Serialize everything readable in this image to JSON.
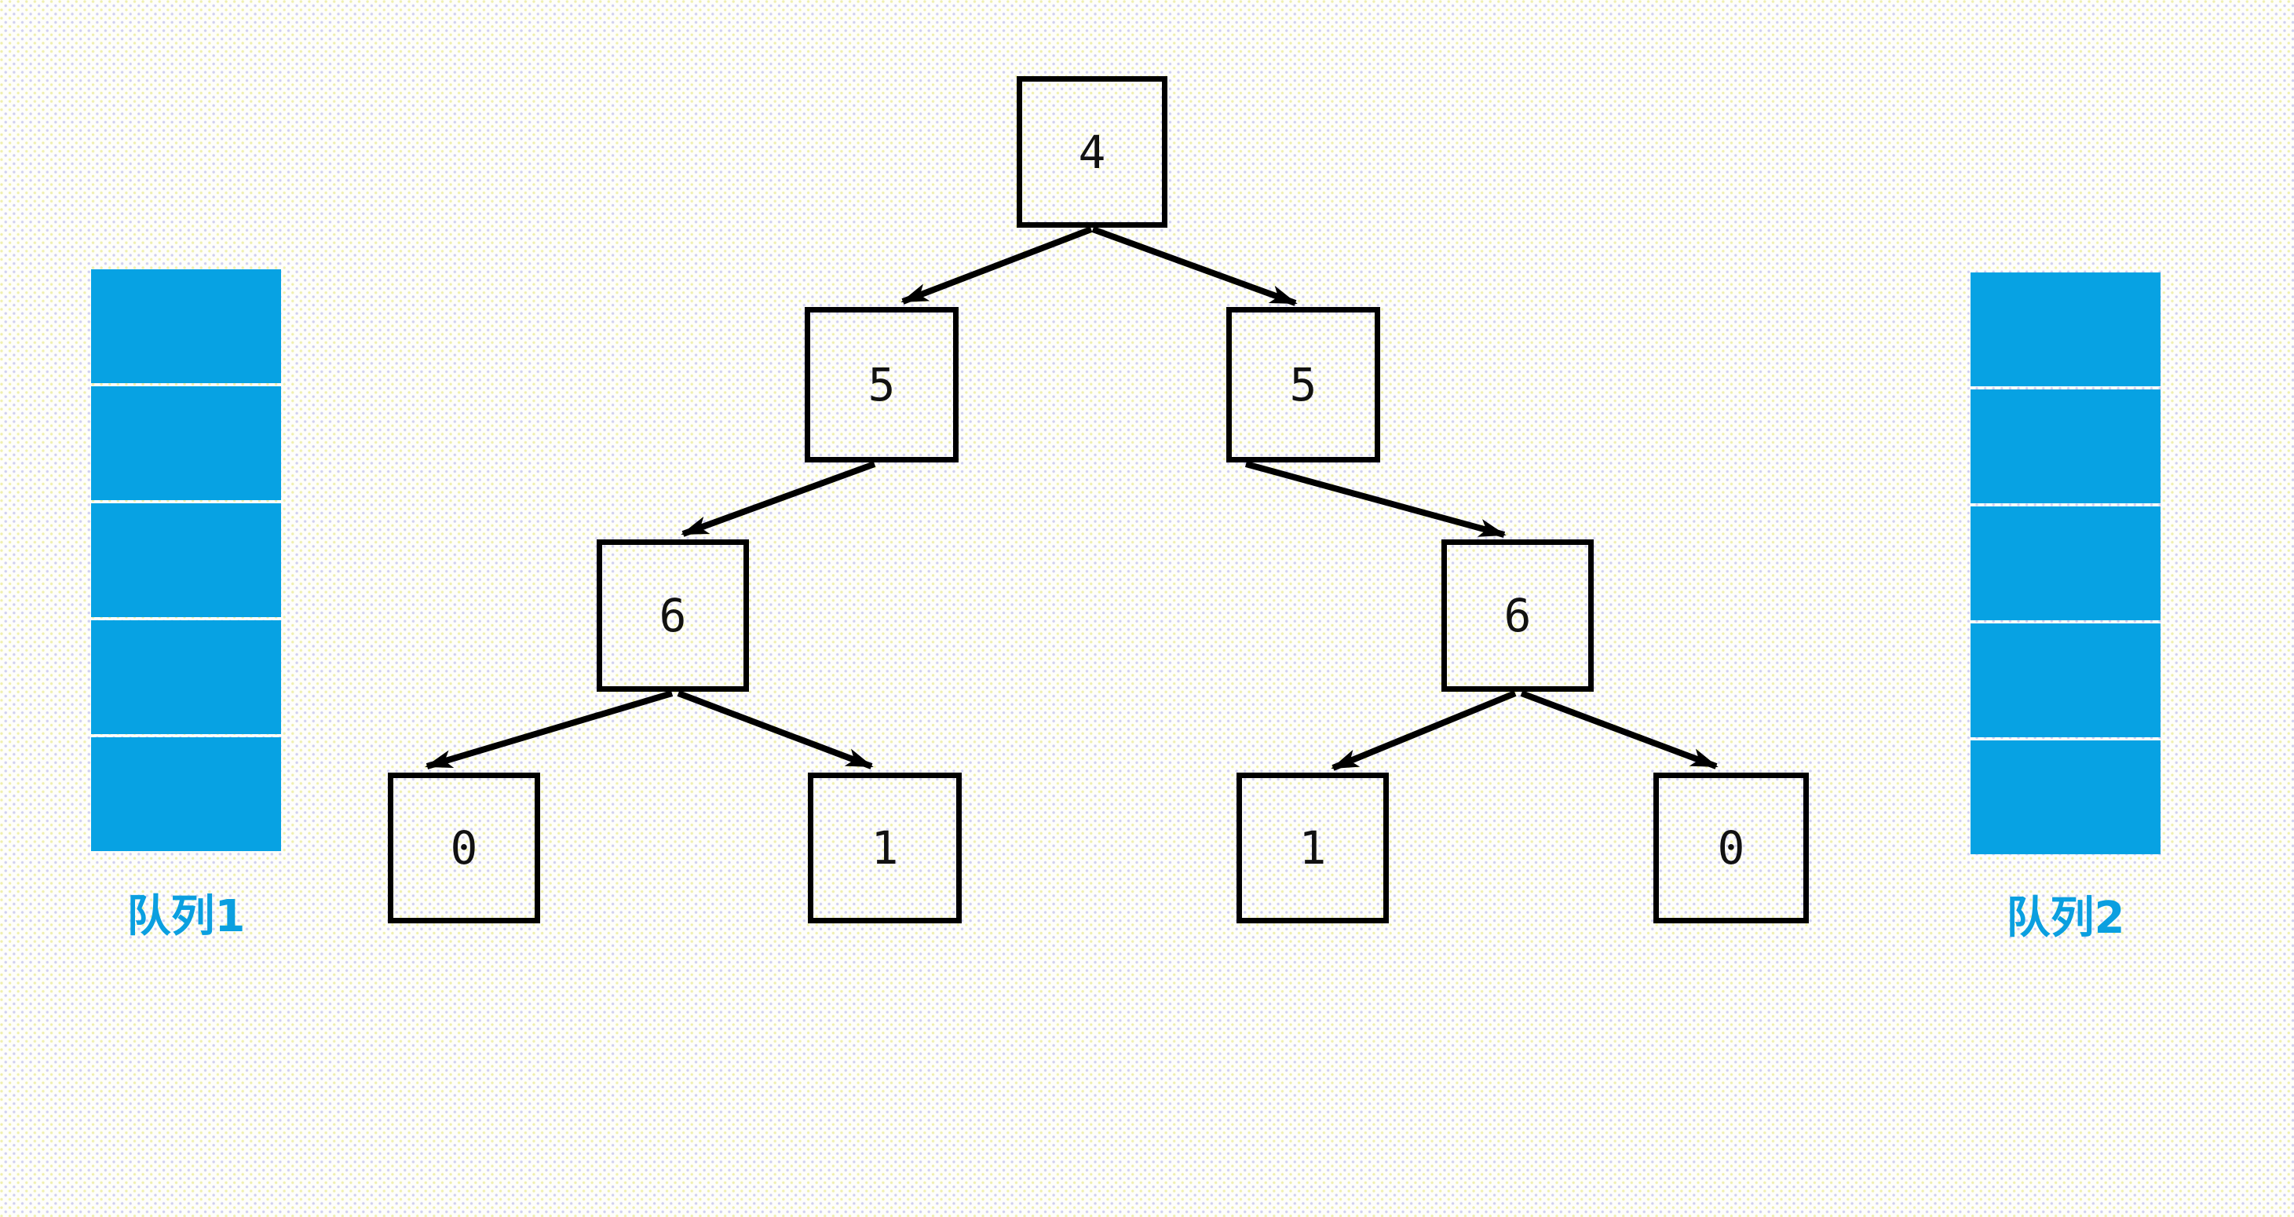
{
  "tree": {
    "nodes": [
      {
        "id": "root",
        "value": "4"
      },
      {
        "id": "left-child",
        "value": "5"
      },
      {
        "id": "right-child",
        "value": "5"
      },
      {
        "id": "left-grandchild",
        "value": "6"
      },
      {
        "id": "right-grandchild",
        "value": "6"
      },
      {
        "id": "left-leaf-outer",
        "value": "0"
      },
      {
        "id": "left-leaf-inner",
        "value": "1"
      },
      {
        "id": "right-leaf-inner",
        "value": "1"
      },
      {
        "id": "right-leaf-outer",
        "value": "0"
      }
    ]
  },
  "queues": {
    "left": {
      "label": "队列1",
      "segments": 5
    },
    "right": {
      "label": "队列2",
      "segments": 5
    }
  },
  "colors": {
    "queue_fill": "#07a2e3",
    "queue_label": "#0a9fe0",
    "node_border": "#000000",
    "edge": "#000000"
  }
}
